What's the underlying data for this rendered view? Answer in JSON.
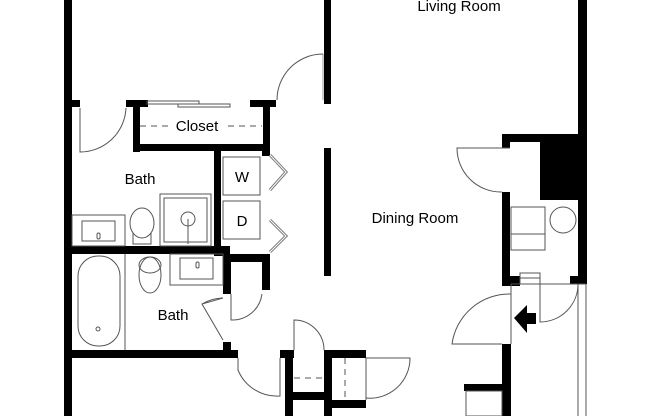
{
  "plan": {
    "rooms": [
      {
        "id": "living-room",
        "label": "Living Room"
      },
      {
        "id": "dining-room",
        "label": "Dining Room"
      },
      {
        "id": "closet",
        "label": "Closet"
      },
      {
        "id": "bath-1",
        "label": "Bath"
      },
      {
        "id": "bath-2",
        "label": "Bath"
      }
    ],
    "appliances": {
      "washer": "W",
      "dryer": "D"
    },
    "colors": {
      "wall": "#000000",
      "fixture": "#666666",
      "background": "#ffffff"
    },
    "entry_arrow": "entry-arrow-icon"
  }
}
